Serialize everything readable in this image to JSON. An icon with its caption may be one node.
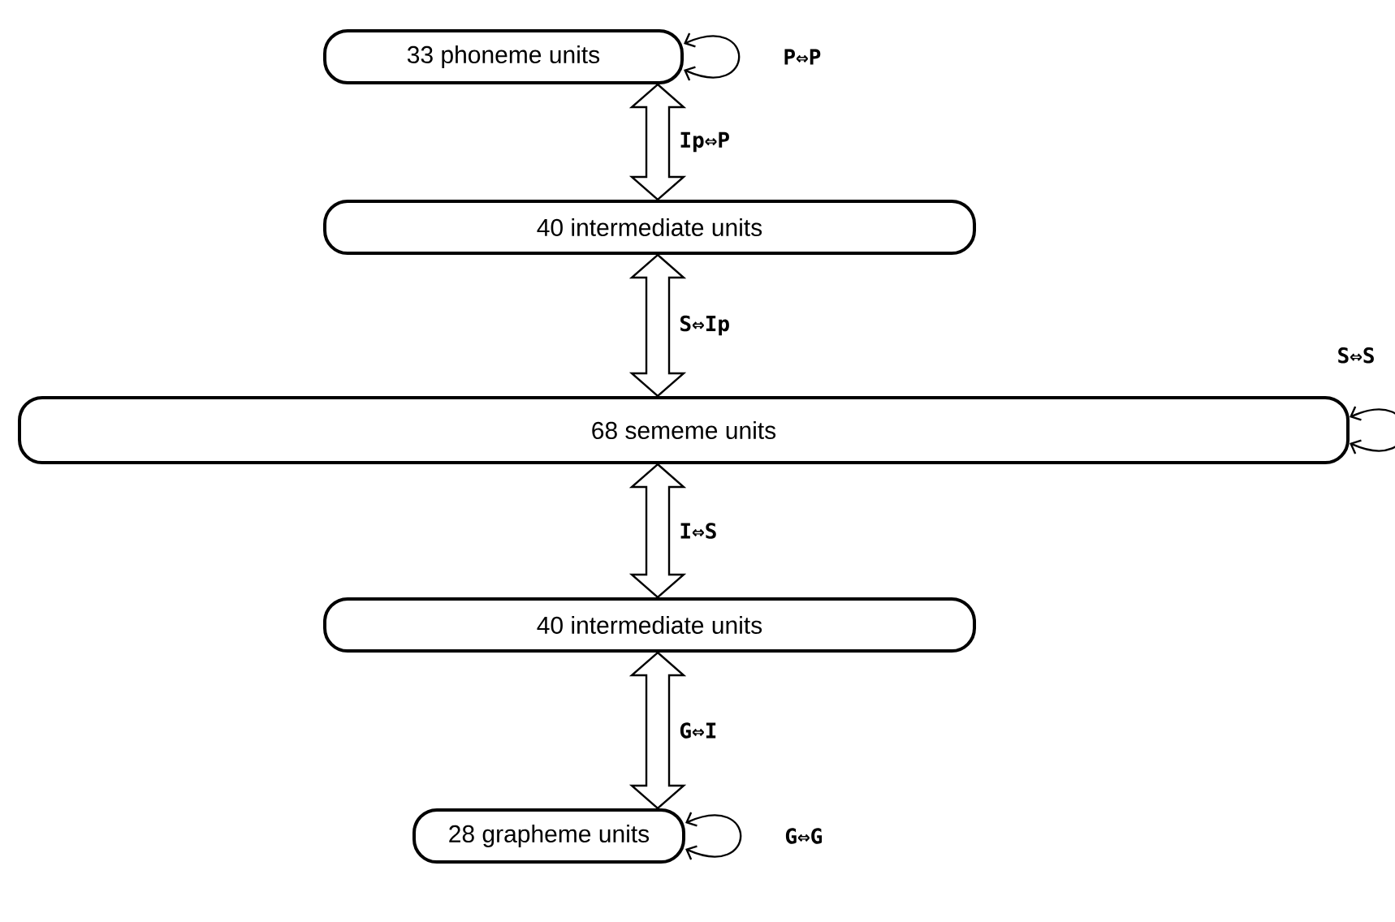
{
  "diagram": {
    "nodes": [
      {
        "text": [
          "33 phoneme units"
        ]
      },
      {
        "text": [
          "40 intermediate units"
        ]
      },
      {
        "text": [
          "68 sememe units"
        ]
      },
      {
        "text": [
          "40 intermediate units"
        ]
      },
      {
        "text": [
          "28 grapheme units"
        ]
      }
    ],
    "edges": [
      {
        "from": 0,
        "to": 0,
        "arrow": "both",
        "label": "P⇔P"
      },
      {
        "from": 0,
        "to": 1,
        "arrow": "both",
        "label": "Ip⇔P"
      },
      {
        "from": 1,
        "to": 2,
        "arrow": "both",
        "label": "S⇔Ip"
      },
      {
        "from": 2,
        "to": 2,
        "arrow": "both",
        "label": "S⇔S"
      },
      {
        "from": 2,
        "to": 3,
        "arrow": "both",
        "label": "I⇔S"
      },
      {
        "from": 3,
        "to": 4,
        "arrow": "both",
        "label": "G⇔I"
      },
      {
        "from": 4,
        "to": 4,
        "arrow": "both",
        "label": "G⇔G"
      }
    ]
  }
}
